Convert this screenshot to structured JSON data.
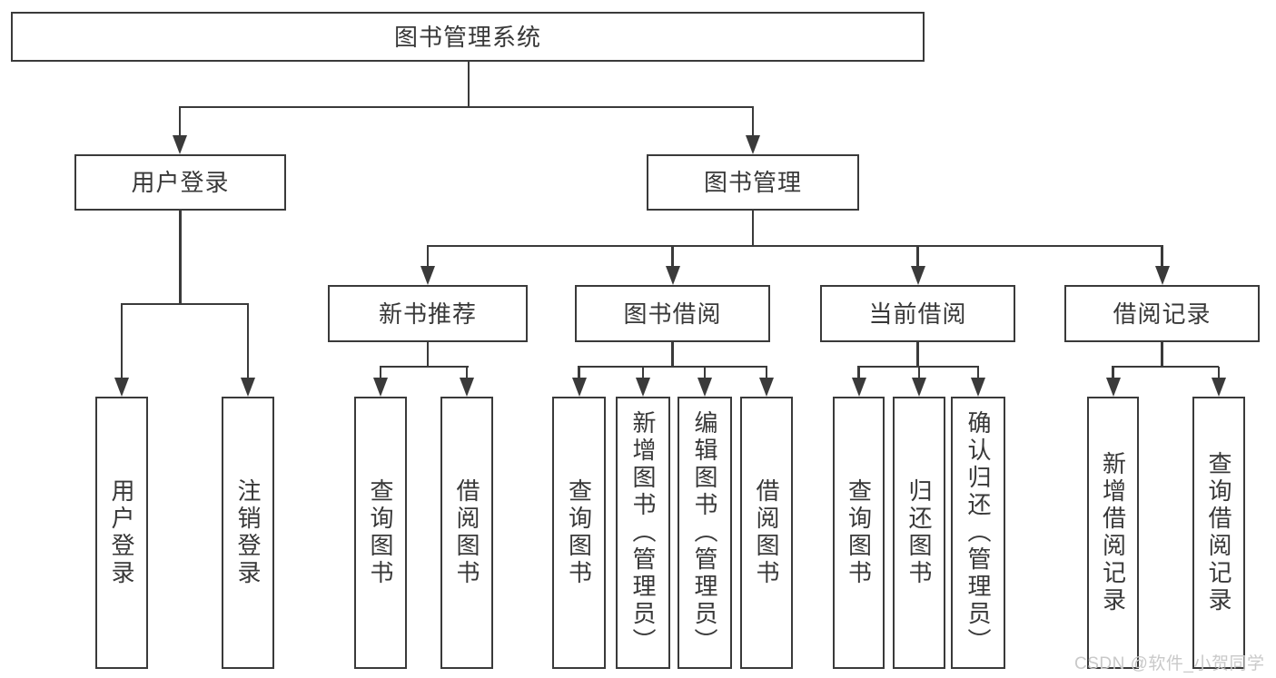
{
  "tree": {
    "label": "图书管理系统",
    "children": [
      {
        "label": "用户登录",
        "children": [
          {
            "label": "用户登录"
          },
          {
            "label": "注销登录"
          }
        ]
      },
      {
        "label": "图书管理",
        "children": [
          {
            "label": "新书推荐",
            "children": [
              {
                "label": "查询图书"
              },
              {
                "label": "借阅图书"
              }
            ]
          },
          {
            "label": "图书借阅",
            "children": [
              {
                "label": "查询图书"
              },
              {
                "label": "新增图书（管理员）"
              },
              {
                "label": "编辑图书（管理员）"
              },
              {
                "label": "借阅图书"
              }
            ]
          },
          {
            "label": "当前借阅",
            "children": [
              {
                "label": "查询图书"
              },
              {
                "label": "归还图书"
              },
              {
                "label": "确认归还（管理员）"
              }
            ]
          },
          {
            "label": "借阅记录",
            "children": [
              {
                "label": "新增借阅记录"
              },
              {
                "label": "查询借阅记录"
              }
            ]
          }
        ]
      }
    ]
  },
  "watermark": "CSDN @软件_小贺同学",
  "colors": {
    "line": "#3a3a3a",
    "text": "#383838",
    "watermark": "#c9c9c9",
    "bg": "#ffffff"
  }
}
